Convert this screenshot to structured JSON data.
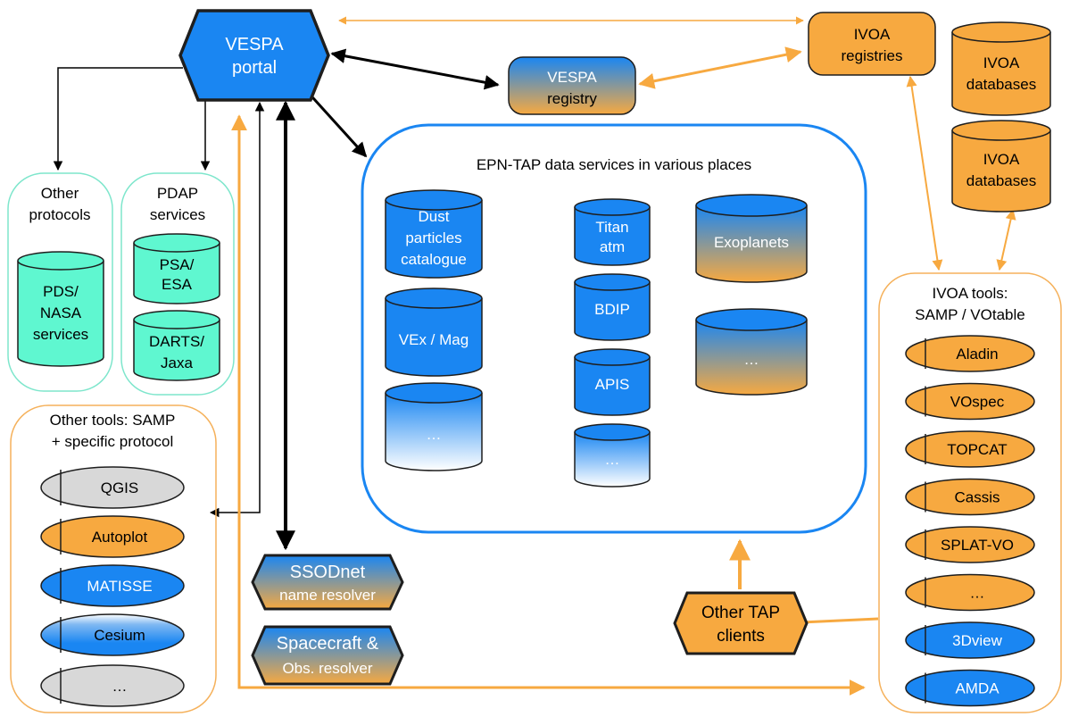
{
  "colors": {
    "blue": "#1a86f2",
    "orange": "#f7a940",
    "teal": "#5ff7d0",
    "gray": "#d8d8d8",
    "teal_border": "#7ee6cc",
    "blue_border": "#1a86f2",
    "orange_border": "#f5b15b"
  },
  "nodes": {
    "vespa_portal": [
      "VESPA",
      "portal"
    ],
    "vespa_registry": [
      "VESPA",
      "registry"
    ],
    "ivoa_registries": [
      "IVOA",
      "registries"
    ],
    "ivoa_databases_1": [
      "IVOA",
      "databases"
    ],
    "ivoa_databases_2": [
      "IVOA",
      "databases"
    ],
    "ssodnet": [
      "SSODnet",
      "name resolver"
    ],
    "spacecraft_resolver": [
      "Spacecraft &",
      "Obs. resolver"
    ],
    "other_tap_clients": [
      "Other TAP",
      "clients"
    ]
  },
  "groups": {
    "other_protocols": {
      "title": [
        "Other",
        "protocols"
      ],
      "items": [
        [
          "PDS/",
          "NASA",
          "services"
        ]
      ]
    },
    "pdap_services": {
      "title": [
        "PDAP",
        "services"
      ],
      "items": [
        [
          "PSA/",
          "ESA"
        ],
        [
          "DARTS/",
          "Jaxa"
        ]
      ]
    },
    "epn_tap": {
      "title": "EPN-TAP data services in various places",
      "col1": [
        [
          "Dust",
          "particles",
          "catalogue"
        ],
        [
          "VEx / Mag"
        ],
        [
          "…"
        ]
      ],
      "col2": [
        [
          "Titan",
          "atm"
        ],
        [
          "BDIP"
        ],
        [
          "APIS"
        ],
        [
          "…"
        ]
      ],
      "col3": [
        [
          "Exoplanets"
        ],
        [
          "…"
        ]
      ]
    },
    "other_tools": {
      "title": [
        "Other tools: SAMP",
        "+ specific protocol"
      ],
      "items": [
        "QGIS",
        "Autoplot",
        "MATISSE",
        "Cesium",
        "…"
      ]
    },
    "ivoa_tools": {
      "title": [
        "IVOA tools:",
        "SAMP / VOtable"
      ],
      "items": [
        "Aladin",
        "VOspec",
        "TOPCAT",
        "Cassis",
        "SPLAT-VO",
        "…",
        "3Dview",
        "AMDA"
      ]
    }
  }
}
